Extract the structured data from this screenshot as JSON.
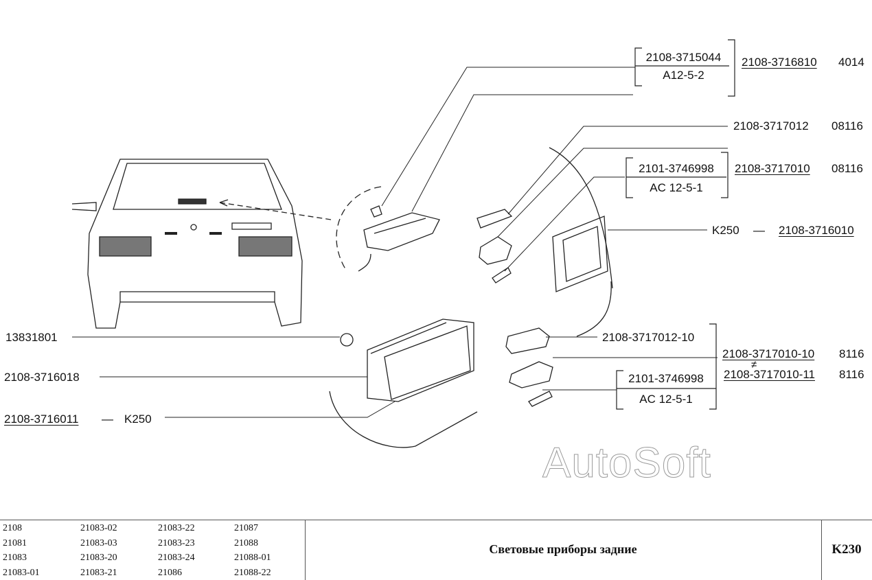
{
  "diagram": {
    "callouts": {
      "top_fraction_num": "2108-3715044",
      "top_fraction_den": "A12-5-2",
      "top_part": "2108-3716810",
      "top_part_code": "4014",
      "plate_lamp_upper": "2108-3717012",
      "plate_lamp_upper_code": "08116",
      "mid_fraction_num": "2101-3746998",
      "mid_fraction_den": "AC 12-5-1",
      "mid_part": "2108-3717010",
      "mid_part_code": "08116",
      "right_lens_code": "K250",
      "right_lens_dash": "—",
      "right_lens_part": "2108-3716010",
      "plug": "13831801",
      "left_gasket": "2108-3716018",
      "left_lens_part": "2108-3716011",
      "left_lens_dash": "—",
      "left_lens_code": "K250",
      "lower_lamp_upper": "2108-3717012-10",
      "lower_part_1": "2108-3717010-10",
      "lower_part_1_code": "8116",
      "lower_part_2": "2108-3717010-11",
      "lower_part_2_code": "8116",
      "not_equal": "≠",
      "low_fraction_num": "2101-3746998",
      "low_fraction_den": "AC 12-5-1"
    },
    "watermark": "AutoSoft"
  },
  "footer": {
    "models": [
      [
        "2108",
        "21083-02",
        "21083-22",
        "21087"
      ],
      [
        "21081",
        "21083-03",
        "21083-23",
        "21088"
      ],
      [
        "21083",
        "21083-20",
        "21083-24",
        "21088-01"
      ],
      [
        "21083-01",
        "21083-21",
        "21086",
        "21088-22"
      ]
    ],
    "title": "Световые приборы задние",
    "code": "K230"
  }
}
